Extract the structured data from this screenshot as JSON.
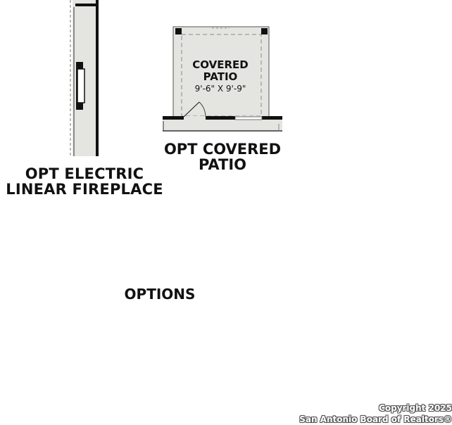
{
  "fireplace": {
    "label_line1": "OPT ELECTRIC",
    "label_line2": "LINEAR FIREPLACE"
  },
  "covered_patio": {
    "room_name_line1": "COVERED",
    "room_name_line2": "PATIO",
    "room_dims": "9'-6\" X 9'-9\"",
    "label_line1": "OPT COVERED",
    "label_line2": "PATIO"
  },
  "options_heading": "OPTIONS",
  "copyright": {
    "line1": "Copyright 2025",
    "line2": "San Antonio Board of Realtors®"
  },
  "colors": {
    "wall": "#111111",
    "floor_fill": "#e4e4e1",
    "dashed_line": "#9a9a9a",
    "background": "#ffffff"
  }
}
